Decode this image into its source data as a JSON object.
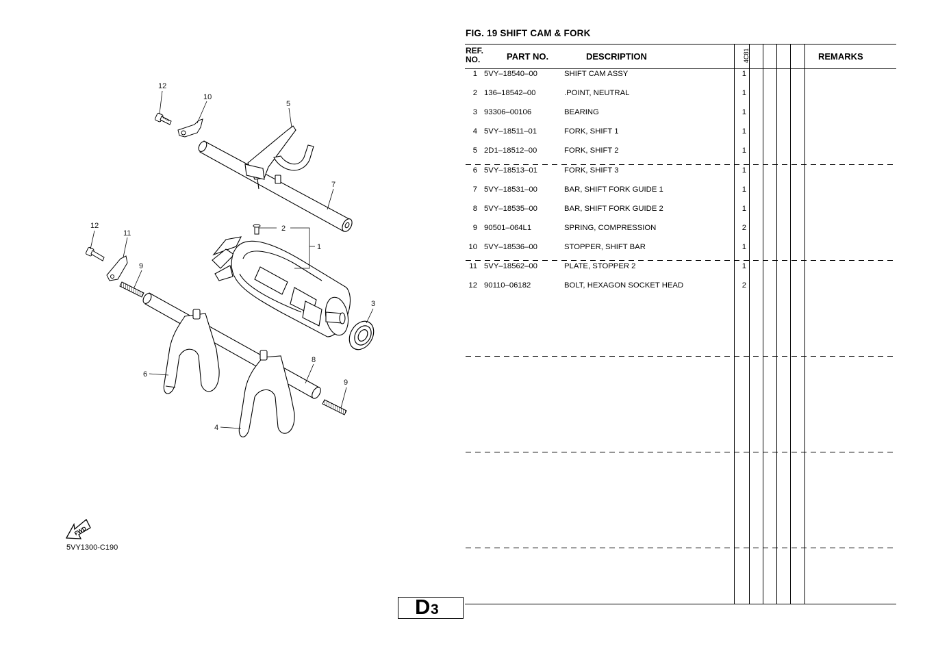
{
  "figure": {
    "title": "FIG.   19   SHIFT CAM & FORK",
    "code": "5VY1300-C190",
    "fwd_label": "FWD",
    "callouts": [
      "12",
      "10",
      "5",
      "7",
      "12",
      "11",
      "9",
      "2",
      "1",
      "3",
      "6",
      "8",
      "9",
      "4"
    ]
  },
  "table": {
    "headers": {
      "ref": "REF. NO.",
      "part_no": "PART NO.",
      "description": "DESCRIPTION",
      "model": "4C81",
      "remarks": "REMARKS"
    },
    "rows": [
      {
        "ref": "1",
        "part_no": "5VY–18540–00",
        "description": "SHIFT CAM ASSY",
        "qty": "1"
      },
      {
        "ref": "2",
        "part_no": "136–18542–00",
        "description": ".POINT, NEUTRAL",
        "qty": "1"
      },
      {
        "ref": "3",
        "part_no": "93306–00106",
        "description": "BEARING",
        "qty": "1"
      },
      {
        "ref": "4",
        "part_no": "5VY–18511–01",
        "description": "FORK, SHIFT 1",
        "qty": "1"
      },
      {
        "ref": "5",
        "part_no": "2D1–18512–00",
        "description": "FORK, SHIFT 2",
        "qty": "1"
      },
      {
        "ref": "6",
        "part_no": "5VY–18513–01",
        "description": "FORK, SHIFT 3",
        "qty": "1"
      },
      {
        "ref": "7",
        "part_no": "5VY–18531–00",
        "description": "BAR, SHIFT FORK GUIDE 1",
        "qty": "1"
      },
      {
        "ref": "8",
        "part_no": "5VY–18535–00",
        "description": "BAR, SHIFT FORK GUIDE 2",
        "qty": "1"
      },
      {
        "ref": "9",
        "part_no": "90501–064L1",
        "description": "SPRING, COMPRESSION",
        "qty": "2"
      },
      {
        "ref": "10",
        "part_no": "5VY–18536–00",
        "description": "STOPPER, SHIFT BAR",
        "qty": "1"
      },
      {
        "ref": "11",
        "part_no": "5VY–18562–00",
        "description": "PLATE, STOPPER 2",
        "qty": "1"
      },
      {
        "ref": "12",
        "part_no": "90110–06182",
        "description": "BOLT, HEXAGON SOCKET HEAD",
        "qty": "2"
      }
    ]
  },
  "page": {
    "letter": "D",
    "number": "3"
  }
}
